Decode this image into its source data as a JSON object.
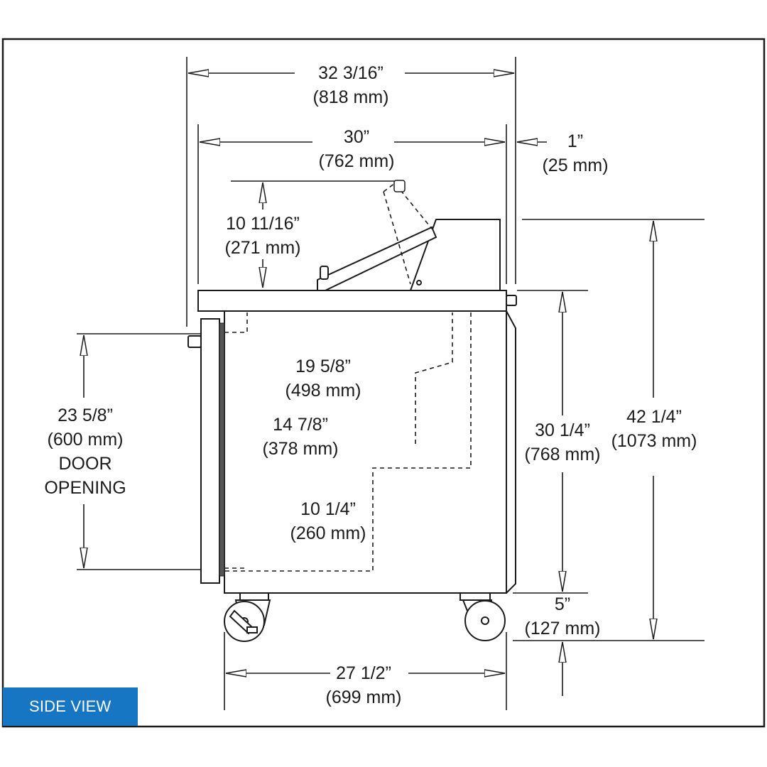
{
  "view_label": "SIDE VIEW",
  "dimensions": {
    "overall_width": {
      "imperial": "32 3/16”",
      "metric": "(818 mm)"
    },
    "top_width": {
      "imperial": "30”",
      "metric": "(762 mm)"
    },
    "bumper_offset": {
      "imperial": "1”",
      "metric": "(25 mm)"
    },
    "lid_height": {
      "imperial": "10 11/16”",
      "metric": "(271 mm)"
    },
    "cabinet_depth": {
      "imperial": "19 5/8”",
      "metric": "(498 mm)"
    },
    "shelf_depth": {
      "imperial": "14 7/8”",
      "metric": "(378 mm)"
    },
    "shelf_height": {
      "imperial": "10 1/4”",
      "metric": "(260 mm)"
    },
    "door_opening": {
      "imperial": "23 5/8”",
      "metric": "(600 mm)",
      "line3": "DOOR",
      "line4": "OPENING"
    },
    "work_height": {
      "imperial": "30 1/4”",
      "metric": "(768 mm)"
    },
    "overall_height": {
      "imperial": "42 1/4”",
      "metric": "(1073 mm)"
    },
    "caster_height": {
      "imperial": "5”",
      "metric": "(127 mm)"
    },
    "base_depth": {
      "imperial": "27 1/2”",
      "metric": "(699 mm)"
    }
  },
  "colors": {
    "line": "#1b1b1b",
    "tab": "#1776c4",
    "gasket": "#555555"
  }
}
